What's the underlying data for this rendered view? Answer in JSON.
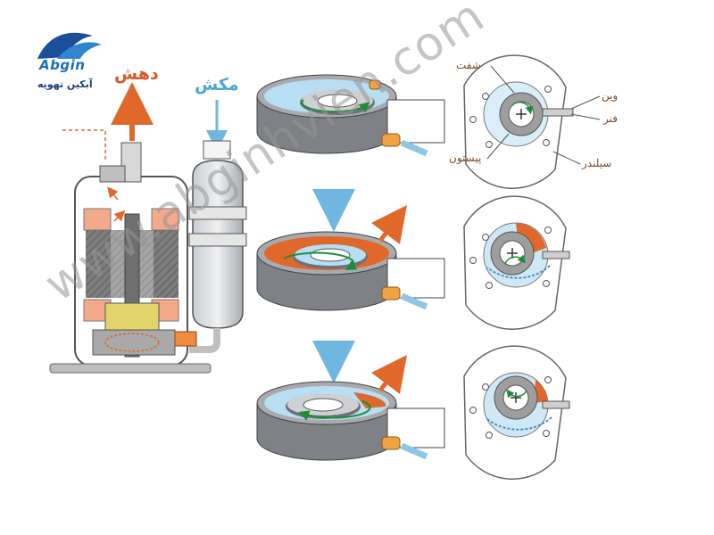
{
  "logo": {
    "brand": "Abgin",
    "subtitle": "آبکین تهویه"
  },
  "labels": {
    "discharge": "دهش",
    "suction": "مکش",
    "shaft": "شفت",
    "vane": "وین",
    "spring": "فنر",
    "piston": "پیستون",
    "cylinder": "سیلندر"
  },
  "watermark": "www.abginhvien.com",
  "colors": {
    "hot_discharge": "#e0682b",
    "cool_suction": "#9dd3ef",
    "arrow_suction": "#6fb7e0",
    "step_arrow": "#5bb9c4",
    "metal": "#8d9095",
    "label_text": "#7a4a2a"
  },
  "icons": [
    "discharge-arrow-icon",
    "suction-arrow-icon",
    "step-down-arrow-icon",
    "rotation-arrow-icon"
  ]
}
